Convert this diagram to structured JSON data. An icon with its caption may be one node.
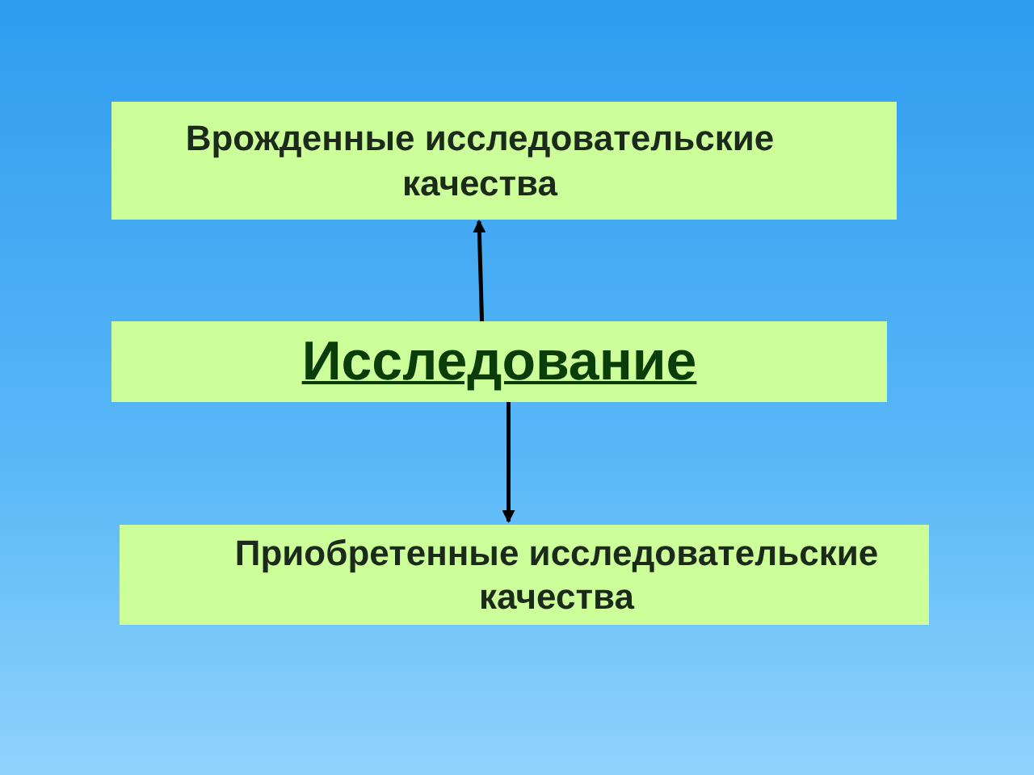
{
  "diagram": {
    "nodes": [
      {
        "text": [
          "Врожденные исследовательские качества"
        ]
      },
      {
        "text": [
          "Исследование"
        ]
      },
      {
        "text": [
          "Приобретенные исследовательские качества"
        ]
      }
    ],
    "edges": [
      {
        "from": 1,
        "to": 0,
        "arrow": "to"
      },
      {
        "from": 1,
        "to": 2,
        "arrow": "to"
      }
    ]
  }
}
